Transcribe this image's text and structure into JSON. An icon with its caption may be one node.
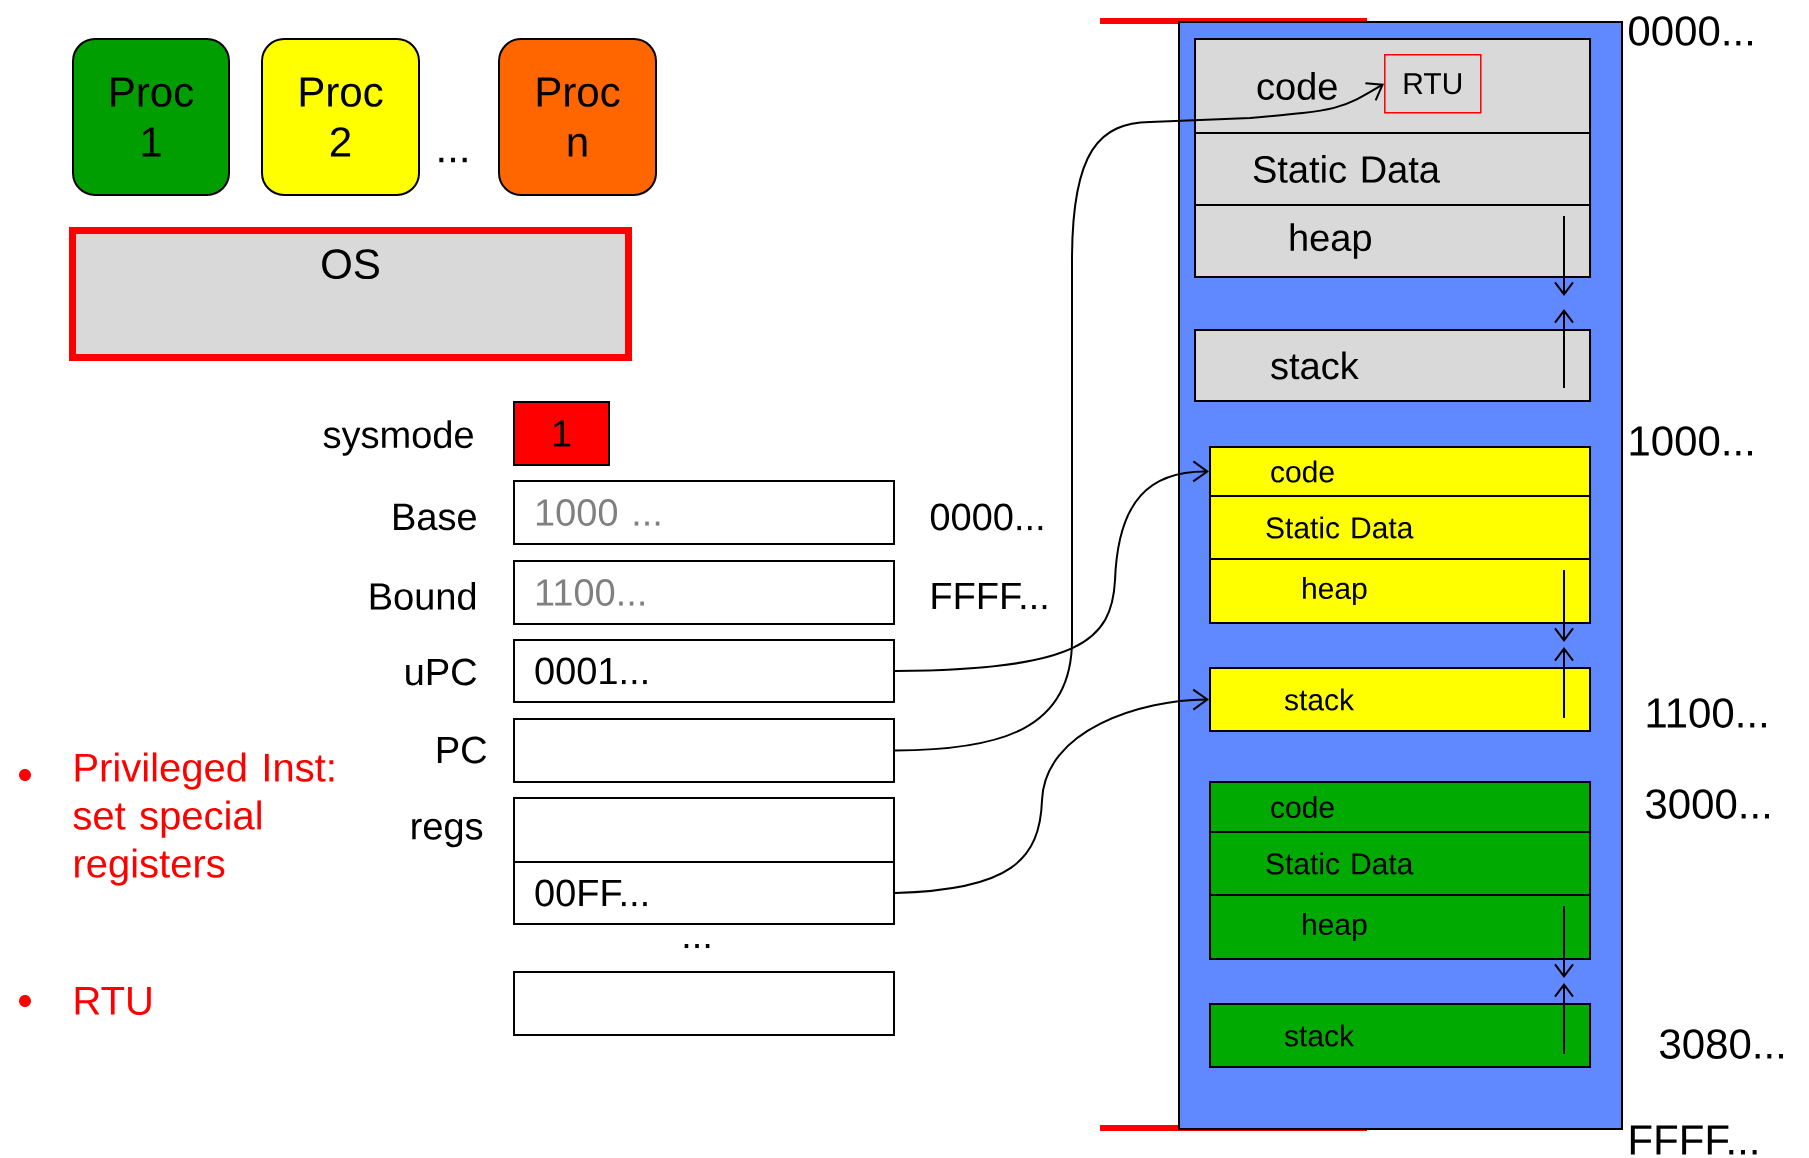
{
  "diagram": {
    "nodes": [
      {
        "text": [
          "Proc 1"
        ]
      },
      {
        "text": [
          "Proc 2"
        ]
      },
      {
        "text": [
          "Proc n"
        ]
      },
      {
        "text": [
          "OS"
        ]
      },
      {
        "text": [
          "1"
        ],
        "beside": [
          "sysmode"
        ]
      },
      {
        "text": [
          "1000 ..."
        ],
        "beside": [
          "Base"
        ]
      },
      {
        "text": [
          "1100..."
        ],
        "beside": [
          "Bound"
        ]
      },
      {
        "text": [
          "0001..."
        ],
        "beside": [
          "uPC"
        ]
      },
      {
        "text": [],
        "shape": "box",
        "beside": [
          "PC"
        ]
      },
      {
        "text": [],
        "shape": "box",
        "beside": [
          "regs"
        ]
      },
      {
        "text": [
          "00FF..."
        ]
      },
      {
        "text": [],
        "shape": "box"
      },
      {
        "text": [],
        "shape": "box"
      },
      {
        "text": [
          "code"
        ],
        "in": 12
      },
      {
        "text": [
          "RTU"
        ],
        "in": 13
      },
      {
        "text": [
          "Static Data"
        ],
        "in": 12
      },
      {
        "text": [
          "heap"
        ],
        "in": 12
      },
      {
        "text": [
          "stack"
        ],
        "in": 12
      },
      {
        "text": [
          "code"
        ],
        "in": 12
      },
      {
        "text": [
          "Static Data"
        ],
        "in": 12
      },
      {
        "text": [
          "heap"
        ],
        "in": 12
      },
      {
        "text": [
          "stack"
        ],
        "in": 12
      },
      {
        "text": [
          "code"
        ],
        "in": 12
      },
      {
        "text": [
          "Static Data"
        ],
        "in": 12
      },
      {
        "text": [
          "heap"
        ],
        "in": 12
      },
      {
        "text": [
          "stack"
        ],
        "in": 12
      }
    ],
    "edges": [
      {
        "from": 8,
        "to": 14,
        "arrow": "to"
      },
      {
        "from": 7,
        "to": 18,
        "arrow": "to"
      },
      {
        "from": 10,
        "to": 21,
        "arrow": "to"
      }
    ],
    "labels": [
      "0000...",
      "...",
      "1000...",
      "0000...",
      "FFFF...",
      "1100...",
      "Privileged Inst: set special registers",
      "3000...",
      "...",
      "RTU",
      "3080...",
      "FFFF..."
    ]
  }
}
